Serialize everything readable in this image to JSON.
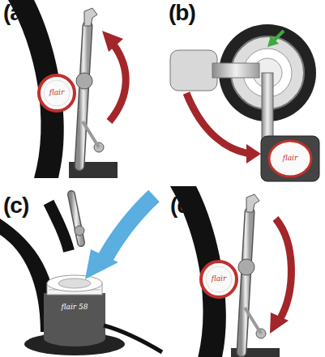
{
  "diagram": {
    "labels": [
      "(a)",
      "(b)",
      "(c)",
      "(d)",
      "flair",
      "flair",
      "flair 58",
      "flair"
    ]
  }
}
